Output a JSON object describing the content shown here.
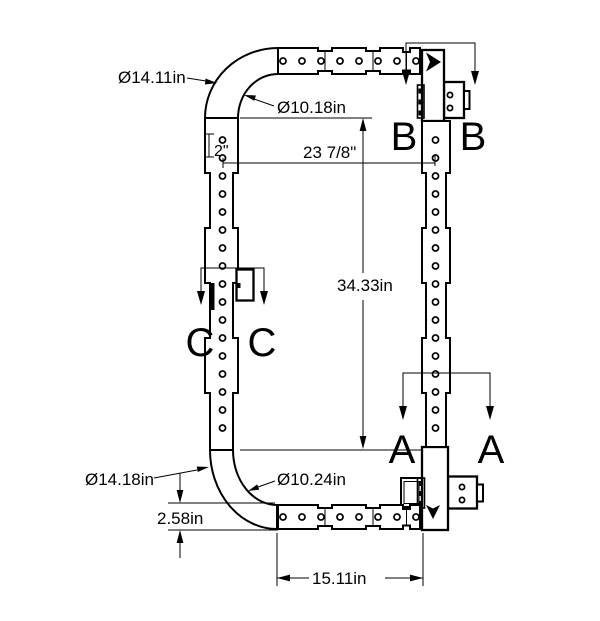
{
  "drawing": {
    "kind": "technical-drawing-frame-side-view",
    "labels": {
      "d_top_outer": "Ø14.11in",
      "d_top_inner": "Ø10.18in",
      "hole_spacing": "2\"",
      "width_top": "23 7/8\"",
      "height_right": "34.33in",
      "d_bottom_outer": "Ø14.18in",
      "d_bottom_inner": "Ø10.24in",
      "tube_height": "2.58in",
      "length_bottom": "15.11in"
    },
    "sections": {
      "a": "A",
      "b": "B",
      "c": "C"
    },
    "line_color": "#000000",
    "background_color": "#ffffff"
  }
}
